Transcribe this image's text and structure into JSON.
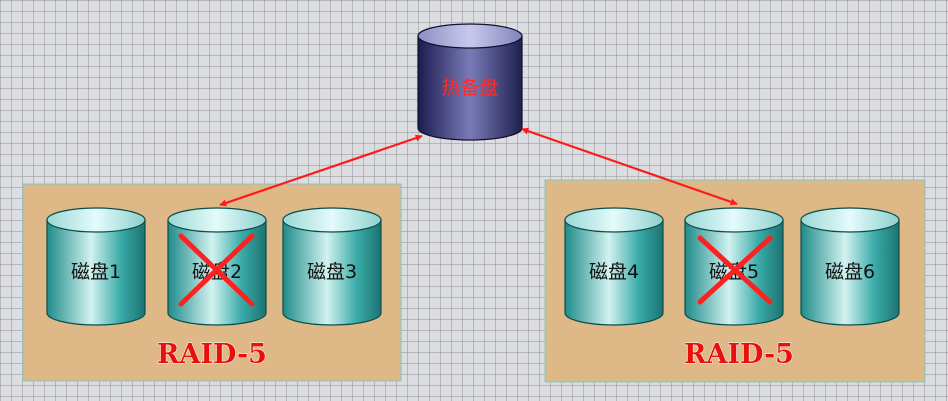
{
  "hot_spare": {
    "label": "热备盘"
  },
  "groups": [
    {
      "label": "RAID-5",
      "disks": [
        {
          "label": "磁盘1",
          "failed": false
        },
        {
          "label": "磁盘2",
          "failed": true
        },
        {
          "label": "磁盘3",
          "failed": false
        }
      ]
    },
    {
      "label": "RAID-5",
      "disks": [
        {
          "label": "磁盘4",
          "failed": false
        },
        {
          "label": "磁盘5",
          "failed": true
        },
        {
          "label": "磁盘6",
          "failed": false
        }
      ]
    }
  ],
  "colors": {
    "group_fill": "#deb887",
    "group_border": "#7fc9c9",
    "disk_teal": "#2a9e9c",
    "hot_spare_navy": "#2d2d6e",
    "arrow_red": "#ff1a1a",
    "fail_cross": "#ff2020"
  }
}
